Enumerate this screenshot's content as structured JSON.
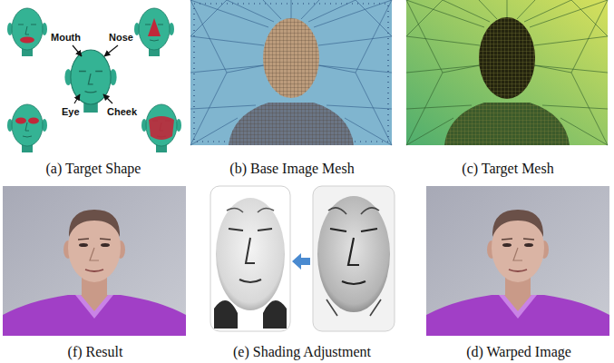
{
  "diagram": {
    "nodes": [
      {
        "text": [
          "(a) Target Shape"
        ]
      },
      {
        "text": [
          "(b) Base Image Mesh"
        ]
      },
      {
        "text": [
          "(c) Target Mesh"
        ]
      },
      {
        "text": [
          "(f) Result"
        ]
      },
      {
        "text": [
          "(e) Shading Adjustment"
        ]
      },
      {
        "text": [
          "(d) Warped Image"
        ]
      }
    ],
    "labels": [
      "Mouth",
      "Nose",
      "Eye",
      "Cheek"
    ]
  }
}
